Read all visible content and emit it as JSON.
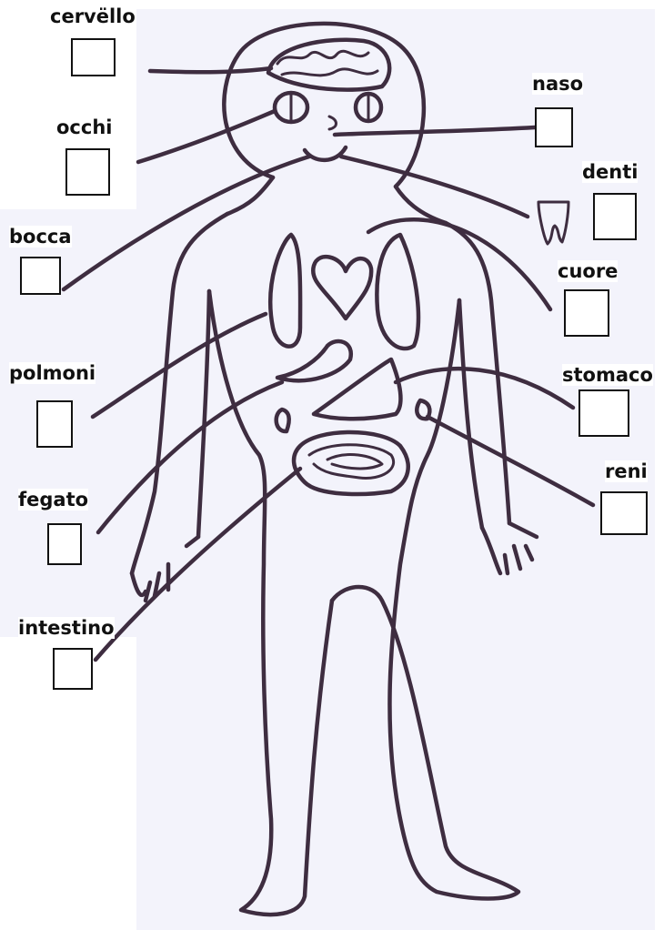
{
  "labels": {
    "cervello": "cervëllo",
    "occhi": "occhi",
    "bocca": "bocca",
    "polmoni": "polmoni",
    "fegato": "fegato",
    "intestino": "intestino",
    "naso": "naso",
    "denti": "denti",
    "cuore": "cuore",
    "stomaco": "stomaco",
    "reni": "reni"
  },
  "colors": {
    "ink": "#3e2d40",
    "paper": "#f3f3fb"
  }
}
